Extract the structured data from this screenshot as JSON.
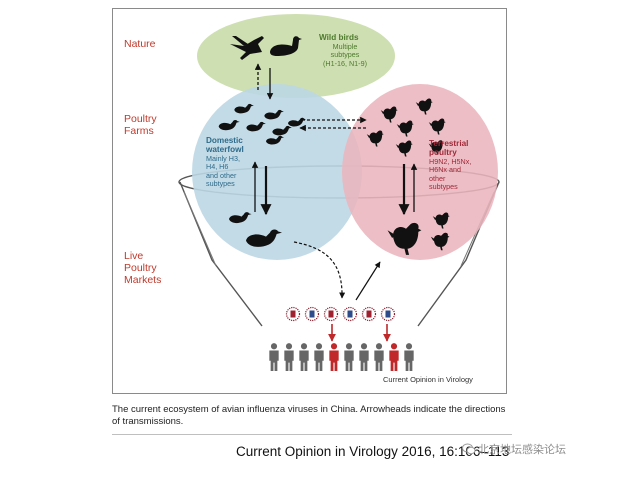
{
  "levels": {
    "nature": "Nature",
    "poultry_farms": "Poultry\nFarms",
    "live_markets": "Live\nPoultry\nMarkets"
  },
  "wild_birds": {
    "title": "Wild birds",
    "subtitle": "Multiple\nsubtypes\n(H1-16, N1-9)"
  },
  "domestic_waterfowl": {
    "title": "Domestic\nwaterfowl",
    "subtitle": "Mainly H3,\nH4, H6\nand other\nsubtypes"
  },
  "terrestrial_poultry": {
    "title": "Terrestrial\npoultry",
    "subtitle": "H9N2, H5Nx,\nH6Nx and\nother\nsubtypes"
  },
  "figure_credit": "Current Opinion in Virology",
  "caption": "The current ecosystem of avian influenza viruses in China. Arrowheads indicate the directions of transmissions.",
  "citation": "Current Opinion in Virology 2016, 16:106–113",
  "watermark": "北京地坛感染论坛",
  "colors": {
    "level_label": "#c0392b",
    "wild_zone": "#c9dca8",
    "wild_text": "#4e7a2e",
    "water_zone": "#bcd7e4",
    "water_text": "#2e6b8a",
    "terr_zone": "#eab5bd",
    "terr_text": "#a12a3a",
    "infected": "#c0282a",
    "person": "#666666"
  },
  "icons": {
    "wild_birds": "crane-and-swan-icon",
    "waterfowl": "duck-icon",
    "poultry": "chicken-icon",
    "virus": "virus-particle-icon",
    "human": "person-icon"
  },
  "humans": {
    "count": 10,
    "infected_positions": [
      4,
      8
    ]
  }
}
